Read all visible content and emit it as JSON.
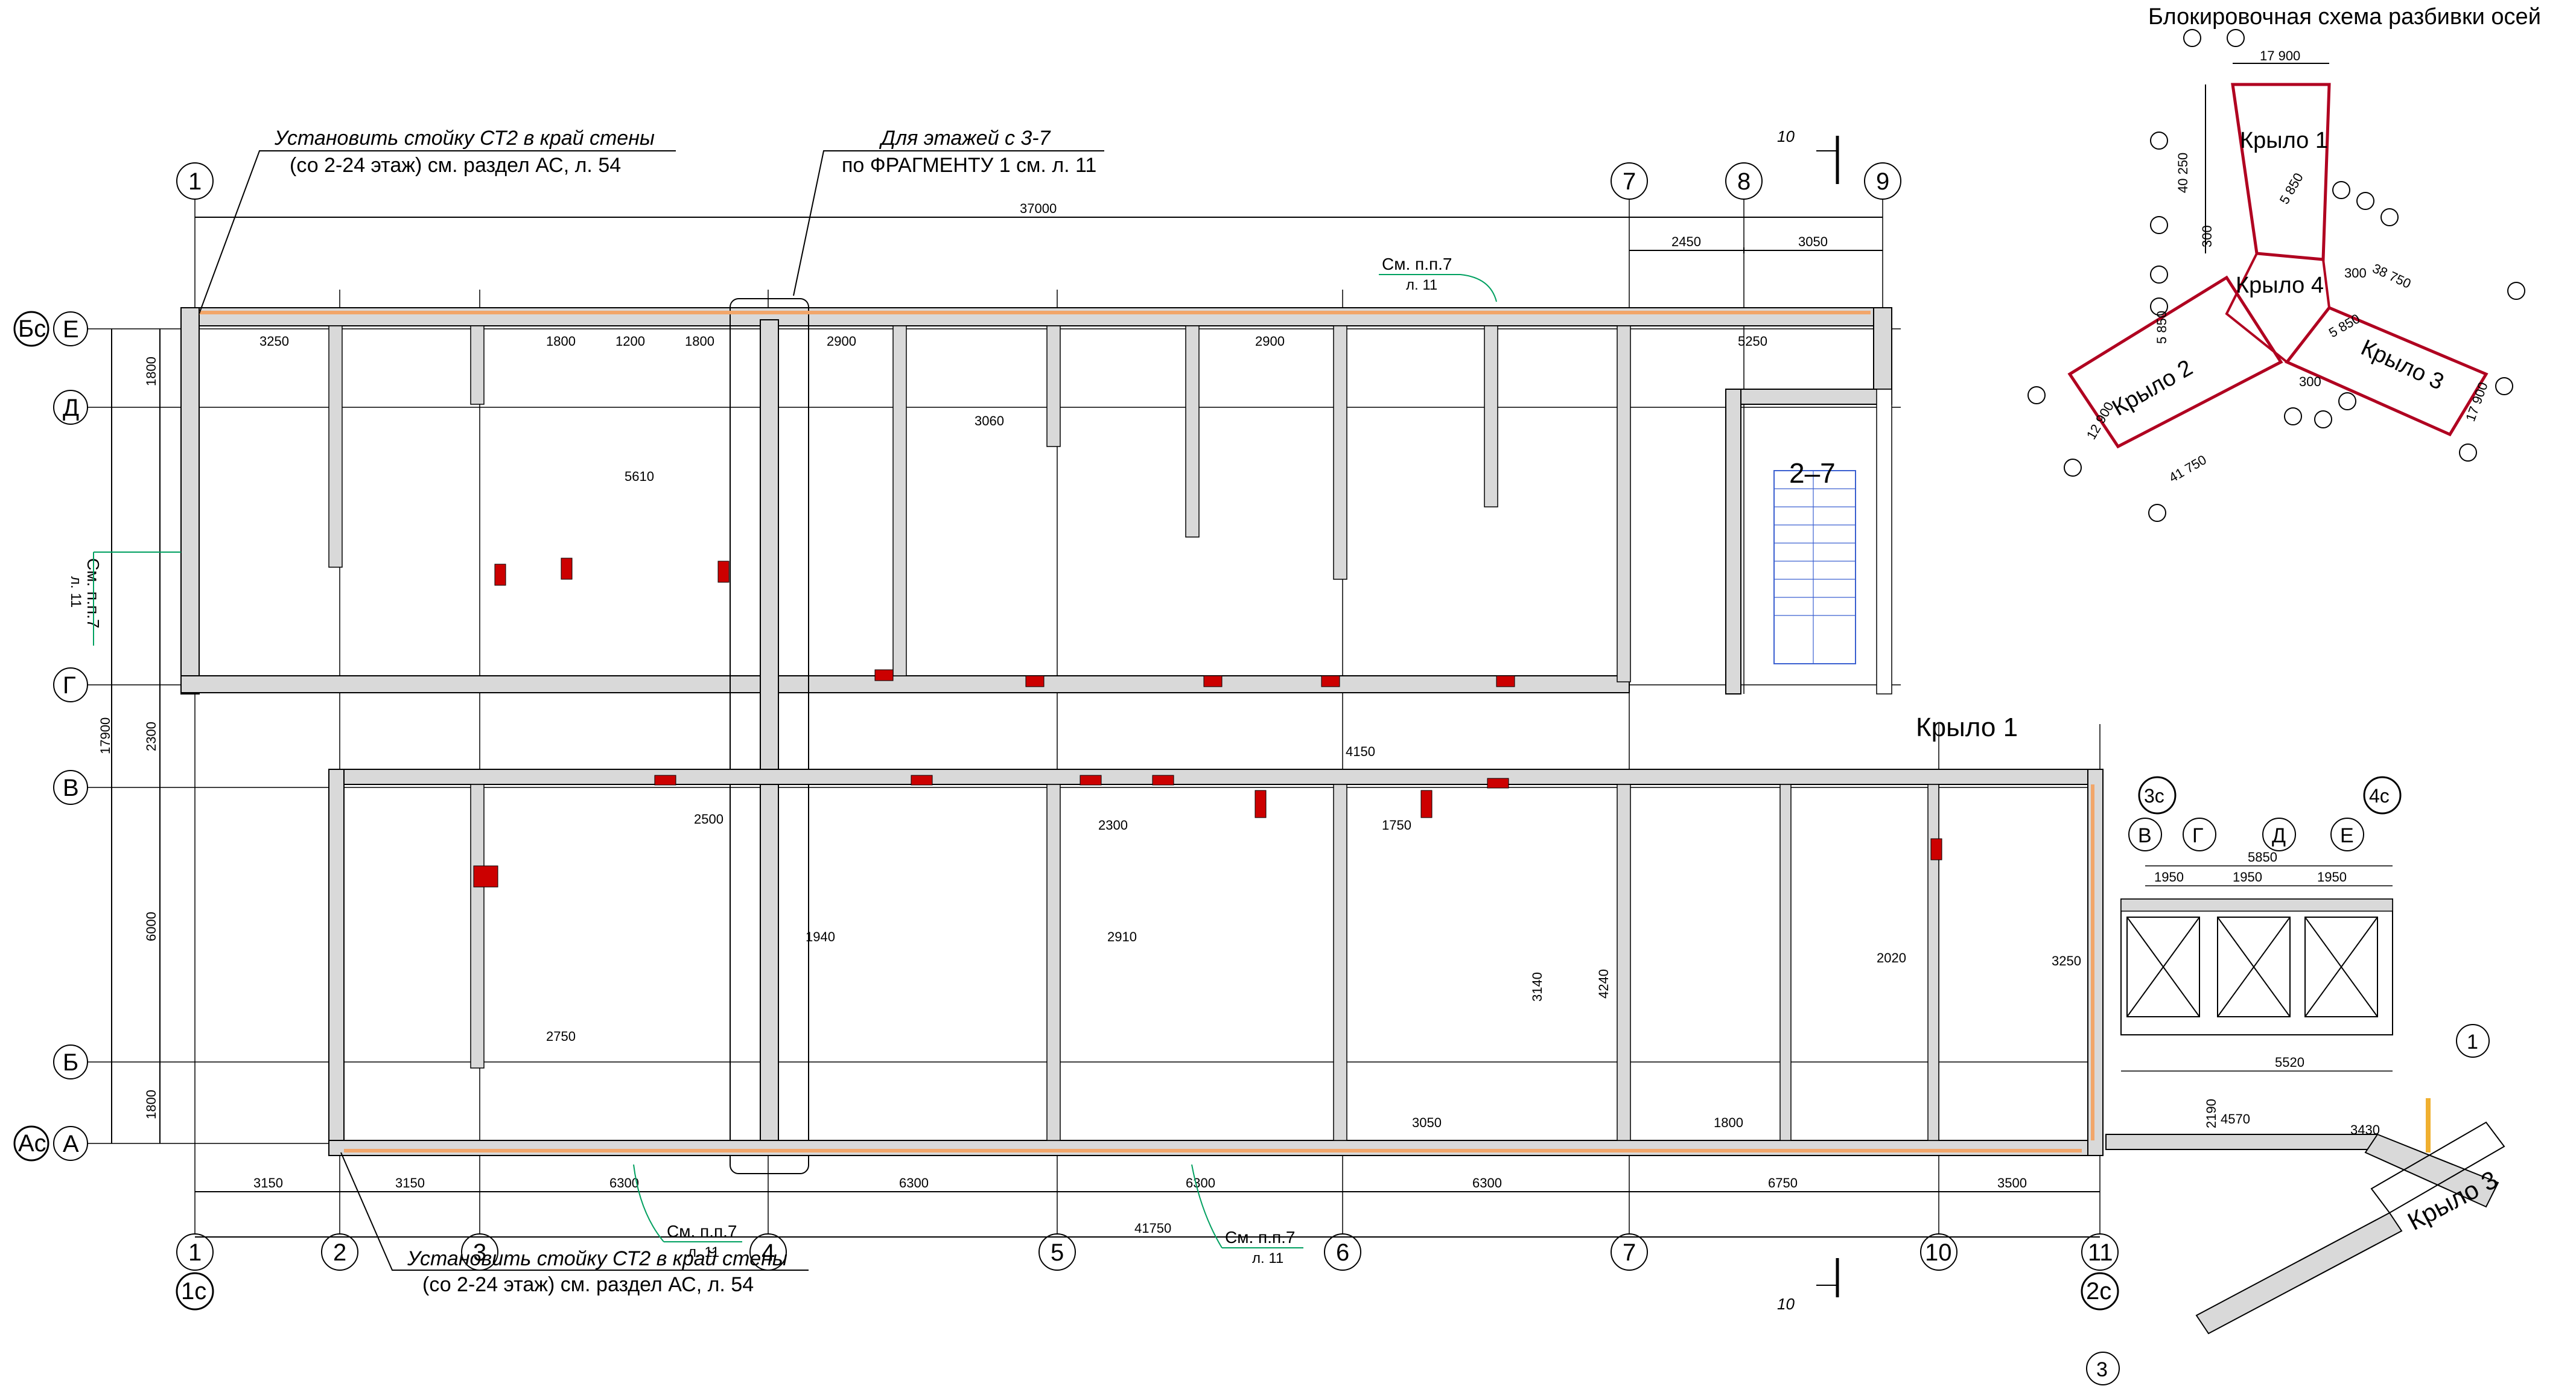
{
  "colors": {
    "background": "#ffffff",
    "line": "#000000",
    "wall_fill": "#d9d9d9",
    "column_red": "#cc0000",
    "window_orange": "#f2a66a",
    "leader_green": "#00a060",
    "stair_blue": "#3a5fd0"
  },
  "notes": {
    "top_left": [
      "Установить стойку СТ2 в край стены",
      "(со 2-24 этаж) см. раздел АС, л. 54"
    ],
    "top_center": [
      "Для этажей с 3-7",
      "по ФРАГМЕНТУ 1 см. л. 11"
    ],
    "bottom": [
      "Установить стойку СТ2 в край стены",
      "(со 2-24 этаж) см. раздел АС, л. 54"
    ],
    "see_top": [
      "См. п.п.7",
      "л. 11"
    ],
    "see_left": [
      "См. п.п.7",
      "л. 11"
    ],
    "see_bottom_a": [
      "См. п.п.7",
      "л. 11"
    ],
    "see_bottom_b": [
      "См. п.п.7",
      "л. 11"
    ]
  },
  "axes": {
    "top": [
      "1",
      "7",
      "8",
      "9"
    ],
    "bottom": [
      "1",
      "2",
      "3",
      "4",
      "5",
      "6",
      "7",
      "10",
      "11"
    ],
    "bottom_extra": [
      "1с",
      "2с"
    ],
    "left": [
      "Е",
      "Д",
      "Г",
      "В",
      "Б",
      "А"
    ],
    "left_extra": [
      "Бс",
      "Ас"
    ],
    "wing_axes": [
      "3с",
      "4с",
      "В",
      "Г",
      "Д",
      "Е",
      "1",
      "3"
    ]
  },
  "dimensions": {
    "overall_top": "37000",
    "overall_bottom": "41750",
    "overall_left": "17900",
    "top_segments": [
      "2450",
      "3050"
    ],
    "bottom_segments": [
      "3150",
      "3150",
      "6300",
      "6300",
      "6300",
      "6300",
      "6750",
      "3500"
    ],
    "left_segments": [
      "1800",
      "2300",
      "6000",
      "1800"
    ],
    "wing": [
      "5850",
      "1950",
      "1950",
      "1950",
      "5520",
      "4570",
      "3250",
      "3430",
      "2190"
    ],
    "sample_inner": [
      "3250",
      "1800",
      "1200",
      "1800",
      "2900",
      "5610",
      "3060",
      "2900",
      "5250",
      "4150",
      "2750",
      "2910",
      "2300",
      "2500",
      "1940",
      "1750",
      "3140",
      "4240",
      "3050",
      "1800",
      "2020"
    ]
  },
  "labels": {
    "stair": "2–7",
    "wing1": "Крыло 1",
    "wing3": "Крыло 3",
    "section_mark": "10"
  },
  "key_plan": {
    "title": "Блокировочная схема разбивки осей",
    "wings": [
      "Крыло 1",
      "Крыло 2",
      "Крыло 3",
      "Крыло 4"
    ],
    "dims": [
      "17 900",
      "40 250",
      "38 750",
      "41 750",
      "17 900",
      "5 850",
      "5 850",
      "5 850",
      "300",
      "300",
      "300",
      "12 900"
    ]
  }
}
